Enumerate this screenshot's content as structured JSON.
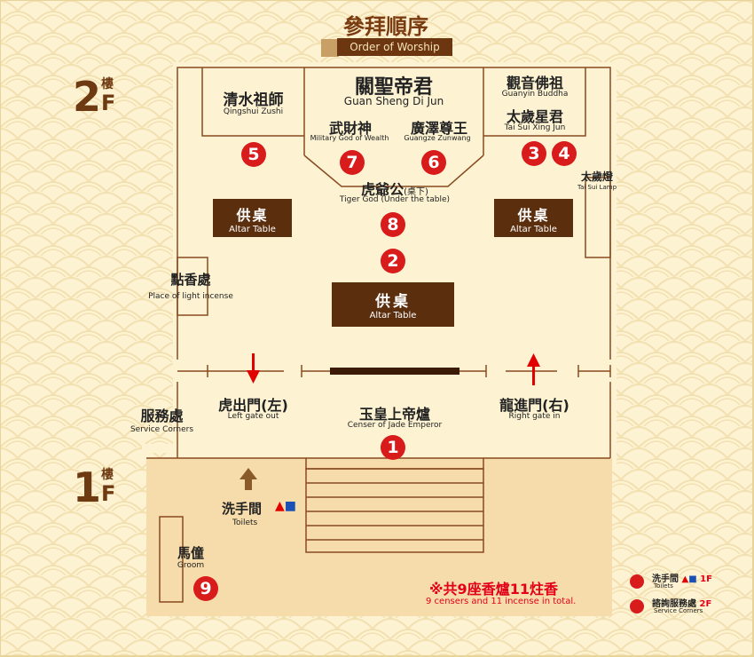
{
  "title": {
    "zh": "參拜順序",
    "en": "Order of Worship"
  },
  "floors": {
    "f2": {
      "num": "2",
      "zh": "樓",
      "en": "F"
    },
    "f1": {
      "num": "1",
      "zh": "樓",
      "en": "F"
    }
  },
  "deities": {
    "qingshui": {
      "zh": "清水祖師",
      "en": "Qingshui Zushi"
    },
    "guan": {
      "zh": "關聖帝君",
      "en": "Guan Sheng Di Jun"
    },
    "wucai": {
      "zh": "武財神",
      "en": "Military God of Wealth"
    },
    "guangze": {
      "zh": "廣澤尊王",
      "en": "Guangze Zunwang"
    },
    "guanyin": {
      "zh": "觀音佛祖",
      "en": "Guanyin Buddha"
    },
    "taisui": {
      "zh": "太歲星君",
      "en": "Tai Sui Xing Jun"
    },
    "tiger": {
      "zh": "虎爺公",
      "zh_note": "(桌下)",
      "en": "Tiger God (Under the table)"
    },
    "taisui_lamp": {
      "zh": "太歲燈",
      "en": "Tai Sui Lamp"
    }
  },
  "altars": {
    "left": {
      "zh": "供桌",
      "en": "Altar Table"
    },
    "right": {
      "zh": "供桌",
      "en": "Altar Table"
    },
    "center": {
      "zh": "供桌",
      "en": "Altar Table"
    }
  },
  "places": {
    "incense": {
      "zh": "點香處",
      "en": "Place of light incense"
    },
    "service": {
      "zh": "服務處",
      "en": "Service Corners"
    },
    "tiger_gate": {
      "zh": "虎出門(左)",
      "en": "Left gate out"
    },
    "jade_censer": {
      "zh": "玉皇上帝爐",
      "en": "Censer of Jade Emperor"
    },
    "dragon_gate": {
      "zh": "龍進門(右)",
      "en": "Right gate in"
    },
    "toilets": {
      "zh": "洗手間",
      "en": "Toilets"
    },
    "groom": {
      "zh": "馬僮",
      "en": "Groom"
    }
  },
  "steps": [
    "1",
    "2",
    "3",
    "4",
    "5",
    "6",
    "7",
    "8",
    "9"
  ],
  "summary": {
    "zh": "※共9座香爐11炷香",
    "en": "9 censers and 11 incense in total."
  },
  "legend": {
    "toilets": {
      "zh": "洗手間",
      "floor": "1F",
      "en": "Toilets"
    },
    "info": {
      "zh": "諮詢服務處",
      "floor": "2F",
      "en": "Service Corners"
    }
  },
  "colors": {
    "background": "#fdf3d3",
    "ground_floor": "#f6dcaa",
    "wall": "#8a4a1f",
    "altar": "#5b2e0e",
    "marker_red": "#d81b1b",
    "title_brown": "#6e3a12",
    "summary_red": "#e2001a"
  }
}
